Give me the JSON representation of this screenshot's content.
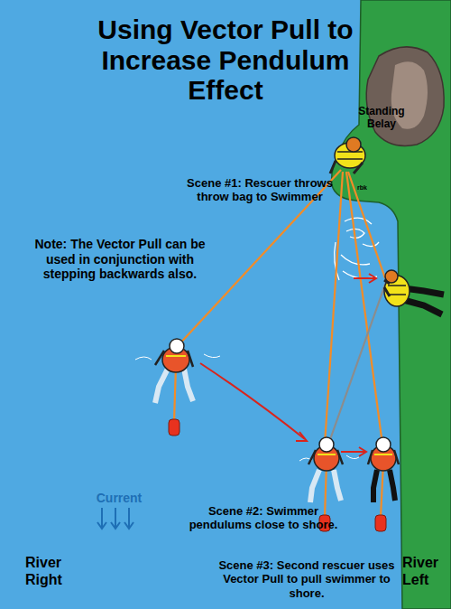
{
  "diagram": {
    "title": "Using Vector Pull to Increase Pendulum Effect",
    "labels": [
      "Standing Belay",
      "Scene #1: Rescuer throws throw bag to Swimmer",
      "rbk",
      "Note: The Vector Pull can be used in conjunction with stepping backwards also.",
      "Scene #2: Swimmer pendulums close to shore.",
      "Current",
      "River Right",
      "River Left",
      "Scene #3: Second rescuer uses Vector Pull to pull swimmer to shore."
    ]
  }
}
